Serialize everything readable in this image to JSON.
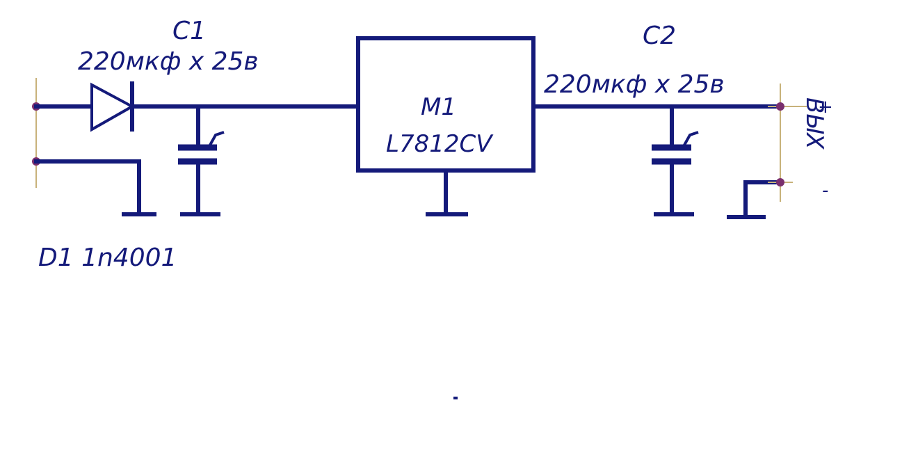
{
  "components": {
    "c1": {
      "ref": "C1",
      "value": "220мкф х 25в"
    },
    "c2": {
      "ref": "C2",
      "value": "220мкф х 25в"
    },
    "m1": {
      "ref": "M1",
      "part": "L7812CV"
    },
    "d1": {
      "ref_part": "D1 1n4001"
    }
  },
  "output": {
    "label": "ВЫХ",
    "plus": "+",
    "minus": "-"
  },
  "colors": {
    "wire": "#141a7a",
    "node": "#7a2f6e",
    "pin": "#c8b27a"
  }
}
